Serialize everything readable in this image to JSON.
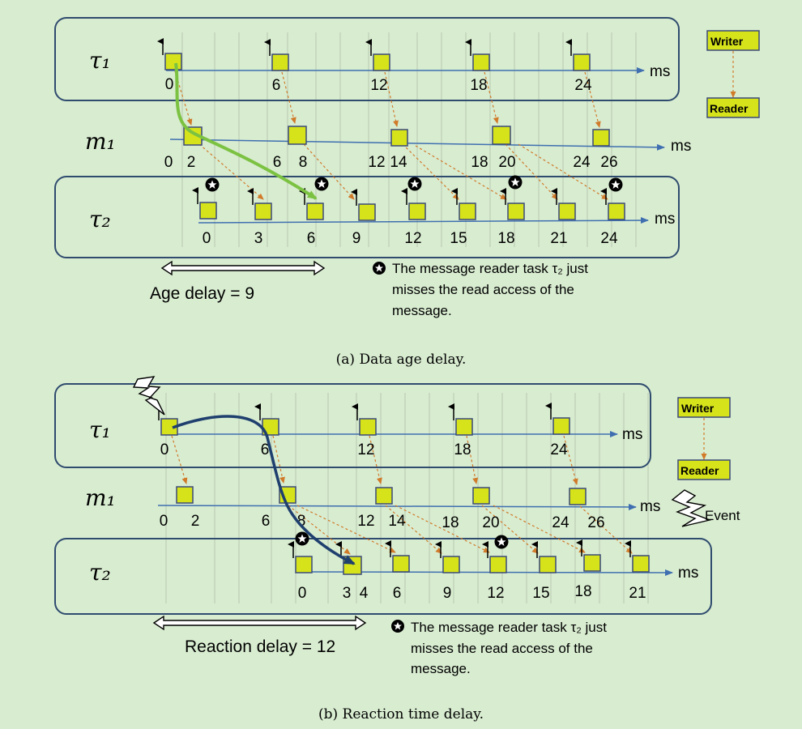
{
  "unit": "ms",
  "legend": {
    "writer": "Writer",
    "reader": "Reader"
  },
  "panel_a": {
    "caption": "(a) Data age delay.",
    "delay_label": "Age delay = 9",
    "note_lines": [
      "The message reader task τ₂ just",
      "misses the read access of the",
      "message."
    ],
    "tau1": {
      "name": "τ₁",
      "labels": [
        "0",
        "6",
        "12",
        "18",
        "24"
      ]
    },
    "m1": {
      "name": "m₁",
      "labels": [
        "0",
        "2",
        "6",
        "8",
        "12",
        "14",
        "18",
        "20",
        "24",
        "26"
      ]
    },
    "tau2": {
      "name": "τ₂",
      "labels": [
        "0",
        "3",
        "6",
        "9",
        "12",
        "15",
        "18",
        "21",
        "24"
      ]
    }
  },
  "panel_b": {
    "caption": "(b) Reaction time delay.",
    "delay_label": "Reaction delay = 12",
    "event_label": "Event",
    "note_lines": [
      "The message reader task τ₂ just",
      "misses the read access of the",
      "message."
    ],
    "tau1": {
      "name": "τ₁",
      "labels": [
        "0",
        "6",
        "12",
        "18",
        "24"
      ]
    },
    "m1": {
      "name": "m₁",
      "labels": [
        "0",
        "2",
        "6",
        "8",
        "12",
        "14",
        "18",
        "20",
        "24",
        "26"
      ]
    },
    "tau2": {
      "name": "τ₂",
      "labels": [
        "0",
        "3",
        "4",
        "6",
        "9",
        "12",
        "15",
        "18",
        "21"
      ]
    }
  },
  "colors": {
    "background": "#d8ecd0",
    "box_fill": "#d6e31a",
    "panel_border": "#2f4b6e",
    "axis": "#3f6fb0",
    "dashed_arrow": "#d07a2a",
    "age_path": "#7cc242",
    "reaction_path": "#1f3f6e"
  },
  "icons": [
    "lightning-icon",
    "star-icon",
    "arrow-icon"
  ]
}
